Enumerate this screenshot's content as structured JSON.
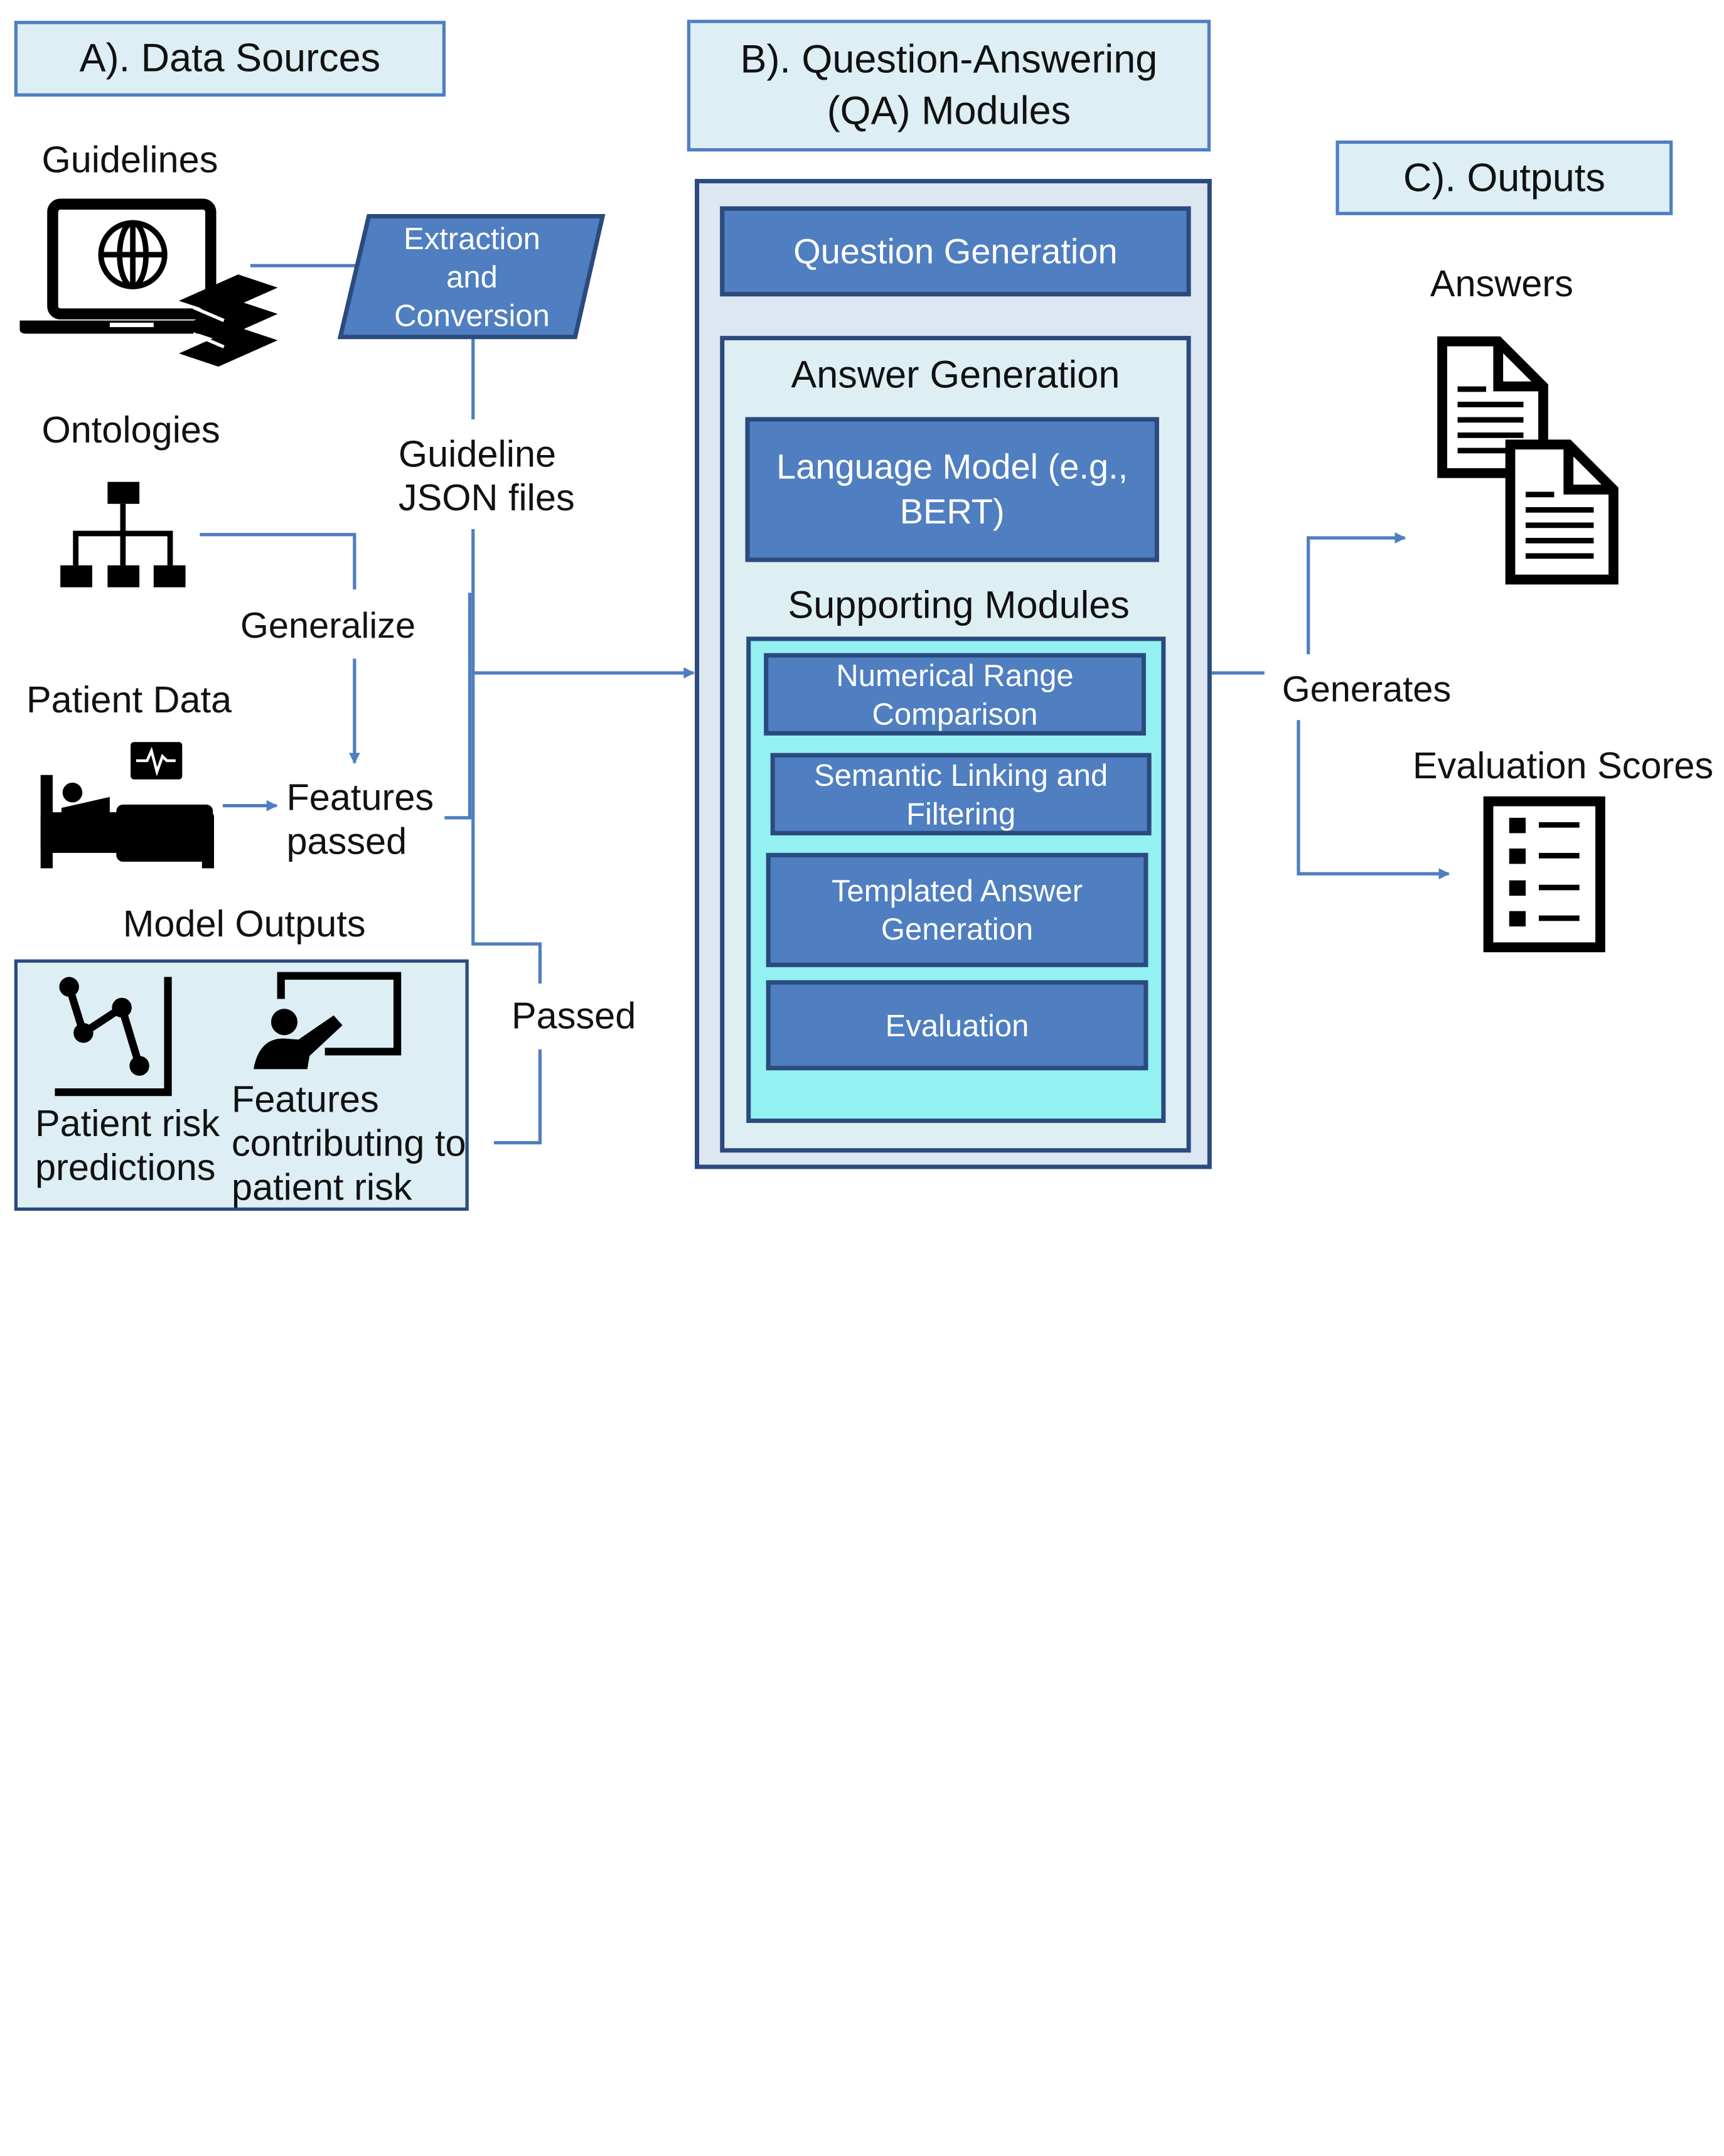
{
  "sections": {
    "a_title": "A). Data Sources",
    "b_title_line1": "B). Question-Answering",
    "b_title_line2": "(QA) Modules",
    "c_title": "C). Outputs"
  },
  "sources": {
    "guidelines": "Guidelines",
    "ontologies": "Ontologies",
    "patient_data": "Patient Data",
    "model_outputs": "Model Outputs",
    "risk_line1": "Patient risk",
    "risk_line2": "predictions",
    "features_line1": "Features",
    "features_line2": "contributing to",
    "features_line3": "patient risk"
  },
  "flow": {
    "extraction_line1": "Extraction",
    "extraction_line2": "and",
    "extraction_line3": "Conversion",
    "json_line1": "Guideline",
    "json_line2": "JSON files",
    "generalize": "Generalize",
    "features_passed_line1": "Features",
    "features_passed_line2": "passed",
    "passed": "Passed",
    "generates": "Generates"
  },
  "qa": {
    "question_generation": "Question Generation",
    "answer_generation": "Answer Generation",
    "language_model_line1": "Language Model (e.g.,",
    "language_model_line2": "BERT)",
    "supporting_modules": "Supporting Modules",
    "modules": [
      {
        "line1": "Numerical Range",
        "line2": "Comparison"
      },
      {
        "line1": "Semantic Linking and",
        "line2": "Filtering"
      },
      {
        "line1": "Templated Answer",
        "line2": "Generation"
      },
      {
        "line1": "Evaluation",
        "line2": ""
      }
    ]
  },
  "outputs": {
    "answers": "Answers",
    "evaluation_scores": "Evaluation Scores"
  },
  "icons": [
    "laptop-globe-icon",
    "books-icon",
    "hierarchy-icon",
    "patient-bed-icon",
    "heart-monitor-icon",
    "line-chart-icon",
    "presenter-icon",
    "document-icon",
    "checklist-icon"
  ],
  "colors": {
    "header_fill": "#ddeef4",
    "qa_outer_fill": "#dde7f2",
    "qa_inner_fill": "#deeff4",
    "supporting_fill": "#93f1f1",
    "module_fill": "#4f7ec1",
    "module_border": "#2b4a7d",
    "connector": "#4f7ec1"
  }
}
